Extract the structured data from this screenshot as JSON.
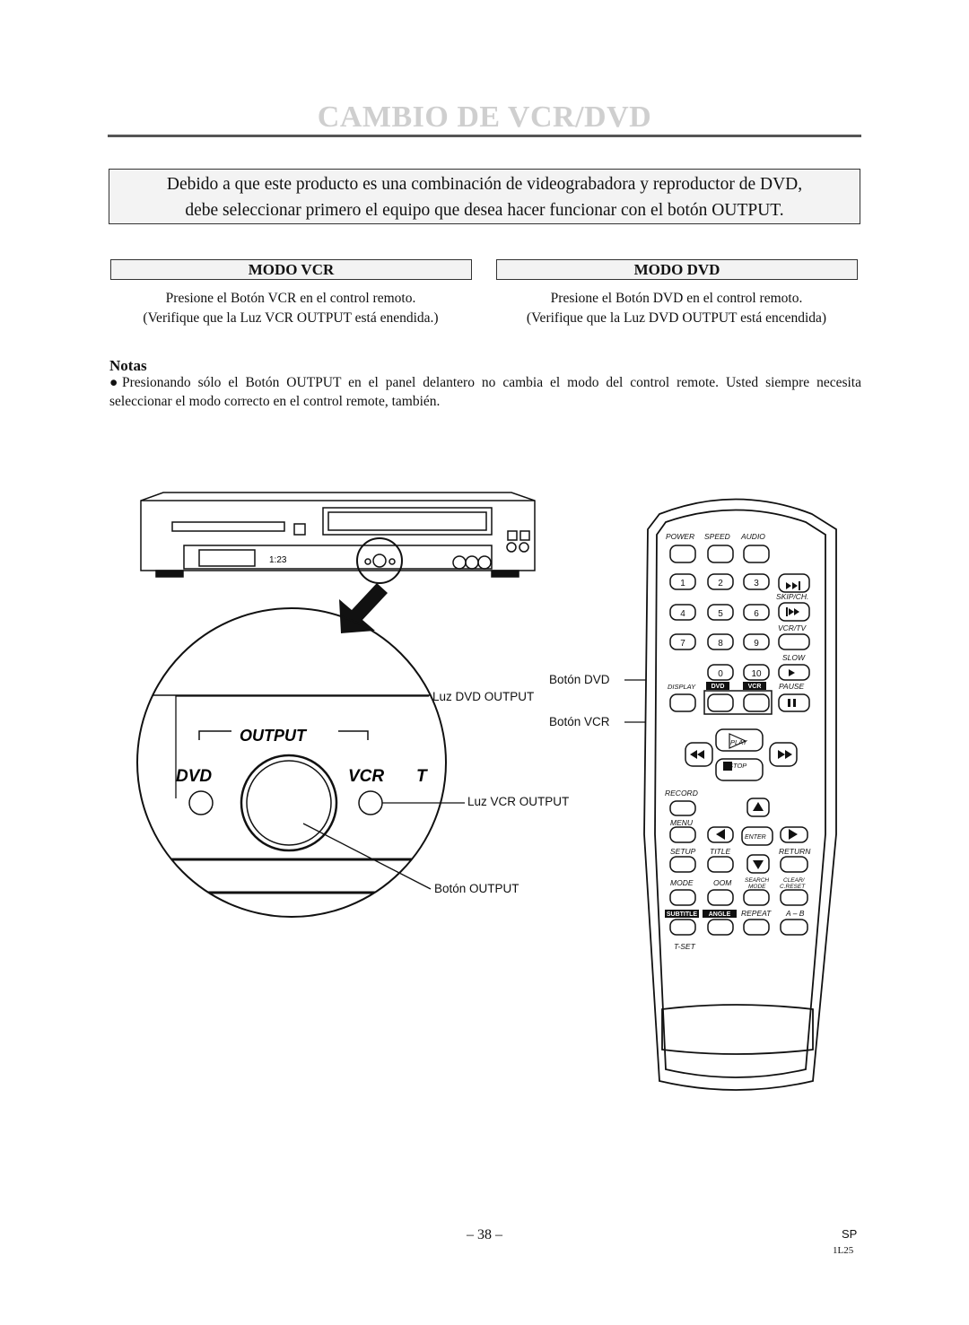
{
  "page": {
    "title": "CAMBIO DE VCR/DVD",
    "intro_line1": "Debido a que este producto es una combinación de videograbadora y reproductor de DVD,",
    "intro_line2": "debe seleccionar primero el equipo que desea hacer funcionar con el botón OUTPUT."
  },
  "modes": {
    "vcr": {
      "heading": "MODO VCR",
      "line1": "Presione el Botón VCR en el control remoto.",
      "line2": "(Verifique que la Luz VCR OUTPUT está enendida.)"
    },
    "dvd": {
      "heading": "MODO DVD",
      "line1": "Presione el Botón DVD en el control remoto.",
      "line2": "(Verifique que la Luz DVD OUTPUT está encendida)"
    }
  },
  "notes": {
    "heading": "Notas",
    "bullet": "●",
    "text": "Presionando sólo el Botón OUTPUT en el panel delantero no cambia el modo del control remote. Usted siempre necesita seleccionar el modo correcto en el control remote, también."
  },
  "illustration": {
    "labels": {
      "boton_dvd": "Botón DVD",
      "luz_dvd_output": "Luz DVD OUTPUT",
      "boton_vcr": "Botón VCR",
      "luz_vcr_output": "Luz VCR OUTPUT",
      "boton_output": "Botón OUTPUT"
    },
    "zoom": {
      "output": "OUTPUT",
      "dvd": "DVD",
      "vcr": "VCR",
      "cut": "T"
    },
    "vcr_display": "1:23"
  },
  "remote": {
    "top_row": [
      "POWER",
      "SPEED",
      "AUDIO"
    ],
    "numbers": [
      "1",
      "2",
      "3",
      "4",
      "5",
      "6",
      "7",
      "8",
      "9",
      "0",
      "10"
    ],
    "side_labels": [
      "SKIP/CH.",
      "VCR/TV",
      "SLOW",
      "PAUSE"
    ],
    "display": "DISPLAY",
    "dvd": "DVD",
    "vcr": "VCR",
    "play": "PLAY",
    "stop": "STOP",
    "record": "RECORD",
    "menu": "MENU",
    "enter": "ENTER",
    "setup": "SETUP",
    "title": "TITLE",
    "return": "RETURN",
    "mode": "MODE",
    "zoom": "OOM",
    "search_mode_1": "SEARCH",
    "search_mode_2": "MODE",
    "clear_1": "CLEAR/",
    "clear_2": "C.RESET",
    "subtitle": "SUBTITLE",
    "angle": "ANGLE",
    "repeat": "REPEAT",
    "ab": "A – B",
    "tset": "T-SET"
  },
  "footer": {
    "page_number": "– 38 –",
    "lang": "SP",
    "code": "1L25"
  }
}
